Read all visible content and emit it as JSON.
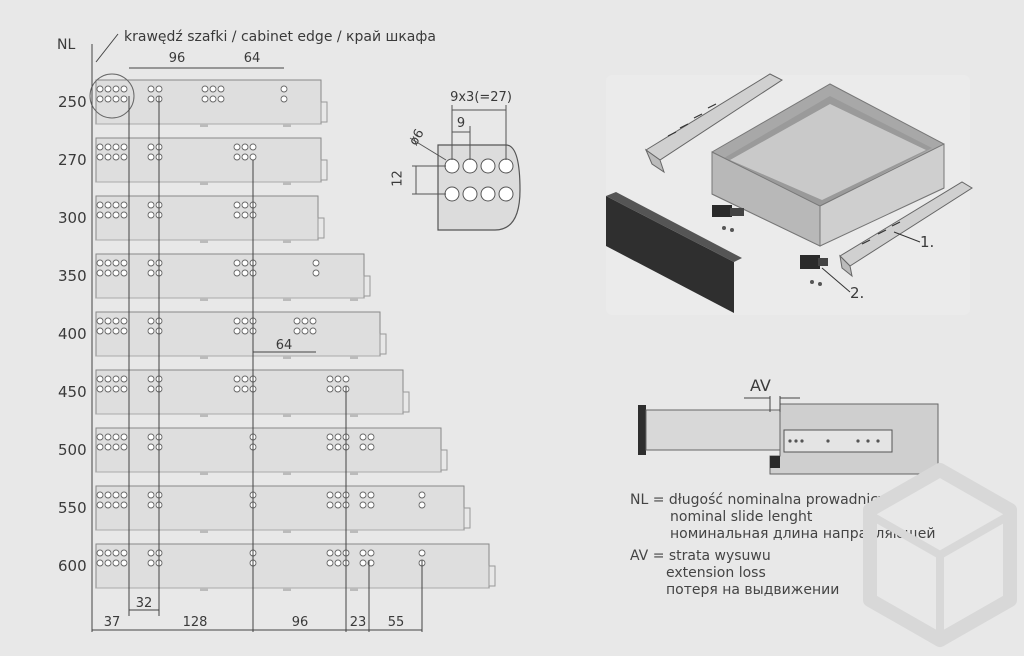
{
  "header": {
    "nl_label": "NL",
    "cabinet_edge": "krawędź szafki / cabinet edge / край шкафа",
    "top_dim_a": "96",
    "top_dim_b": "64"
  },
  "rows": [
    {
      "nl": "250"
    },
    {
      "nl": "270"
    },
    {
      "nl": "300"
    },
    {
      "nl": "350"
    },
    {
      "nl": "400"
    },
    {
      "nl": "450"
    },
    {
      "nl": "500"
    },
    {
      "nl": "550"
    },
    {
      "nl": "600"
    }
  ],
  "mid_dim": "64",
  "bottom_dims": [
    "37",
    "32",
    "128",
    "96",
    "23",
    "55"
  ],
  "detail": {
    "pitch_total": "9x3(=27)",
    "pitch": "9",
    "diameter": "ø6",
    "height": "12"
  },
  "callouts": [
    "1.",
    "2."
  ],
  "av_label": "AV",
  "legend": {
    "nl_line1": "NL = długość nominalna prowadnicy",
    "nl_line2": "nominal slide lenght",
    "nl_line3": "номинальная длина направляющей",
    "av_line1": "AV = strata wysuwu",
    "av_line2": "extension loss",
    "av_line3": "потеря на выдвижении"
  }
}
